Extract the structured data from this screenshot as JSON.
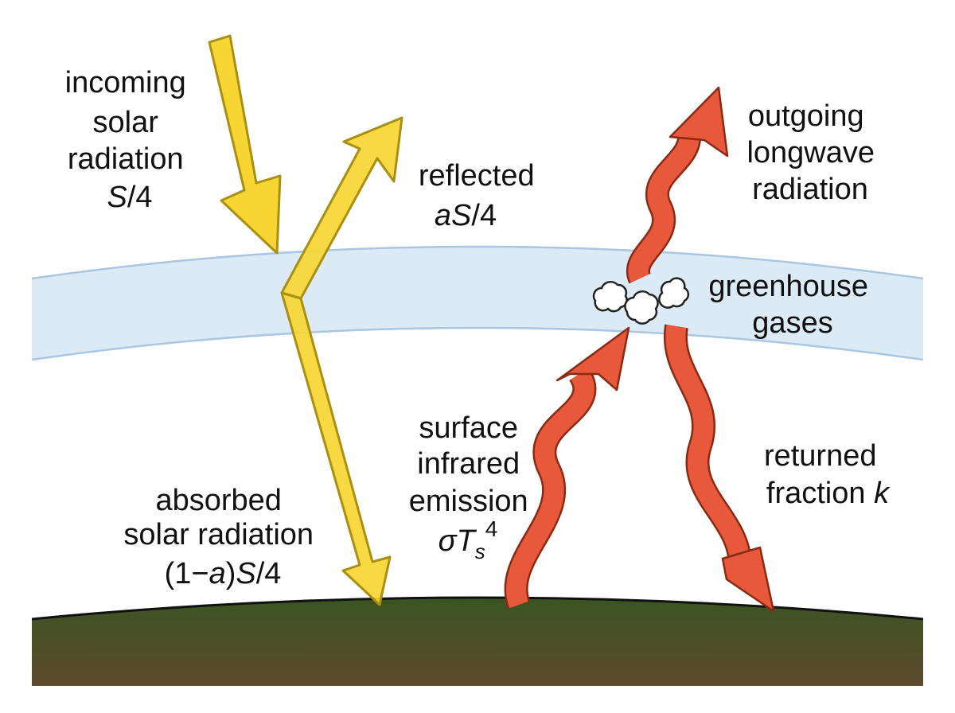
{
  "labels": {
    "incoming": {
      "line1": "incoming",
      "line2": "solar",
      "line3": "radiation",
      "var": "S",
      "rest": "/4"
    },
    "reflected": {
      "line1": "reflected",
      "var": "aS",
      "rest": "/4"
    },
    "absorbed": {
      "line1": "absorbed",
      "line2": "solar radiation",
      "pre": "(1−",
      "var1": "a",
      "mid": ")",
      "var2": "S",
      "rest": "/4"
    },
    "surface": {
      "line1": "surface",
      "line2": "infrared",
      "line3": "emission",
      "sigma": "σ",
      "T": "T",
      "sub": "s",
      "sup": "4"
    },
    "outgoing": {
      "line1": "outgoing",
      "line2": "longwave",
      "line3": "radiation"
    },
    "greenhouse": {
      "line1": "greenhouse",
      "line2": "gases"
    },
    "returned": {
      "line1": "returned",
      "line2": "fraction ",
      "var": "k"
    }
  },
  "colors": {
    "solar_fill": "#f7d634",
    "solar_stroke": "#a98f12",
    "ir_fill": "#e8583a",
    "ir_stroke": "#8a2a15",
    "atmosphere_fill": "#dceaf6",
    "atmosphere_stroke": "#a9c6e2",
    "ground_top": "#3a5522",
    "ground_bottom": "#5e4a2c",
    "text": "#111111"
  }
}
